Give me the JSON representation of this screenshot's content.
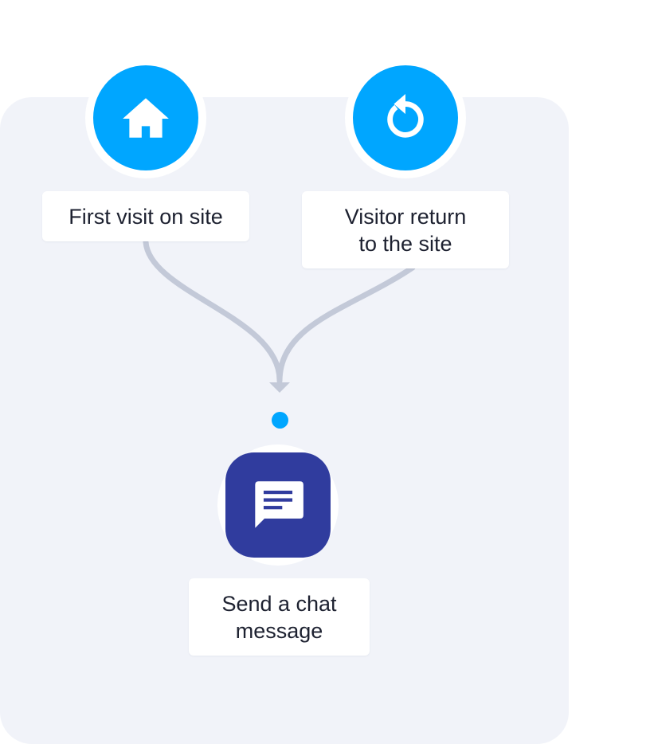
{
  "colors": {
    "panel_bg": "#f1f3f9",
    "trigger_blue": "#00a6ff",
    "action_navy": "#303c9e",
    "connector": "#c3c9d8",
    "label_text": "#1d2130"
  },
  "triggers": [
    {
      "label": "First visit on site",
      "icon": "home-icon"
    },
    {
      "label": "Visitor return\nto the site",
      "icon": "refresh-icon"
    }
  ],
  "action": {
    "label": "Send a chat\nmessage",
    "icon": "chat-message-icon"
  }
}
